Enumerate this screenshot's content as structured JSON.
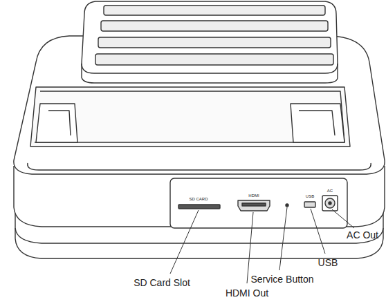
{
  "diagram": {
    "labels": [
      "SD CARD",
      "HDMI",
      "USB",
      "AC",
      "AC Out",
      "USB",
      "Service Button",
      "SD Card Slot",
      "HDMI Out"
    ]
  }
}
